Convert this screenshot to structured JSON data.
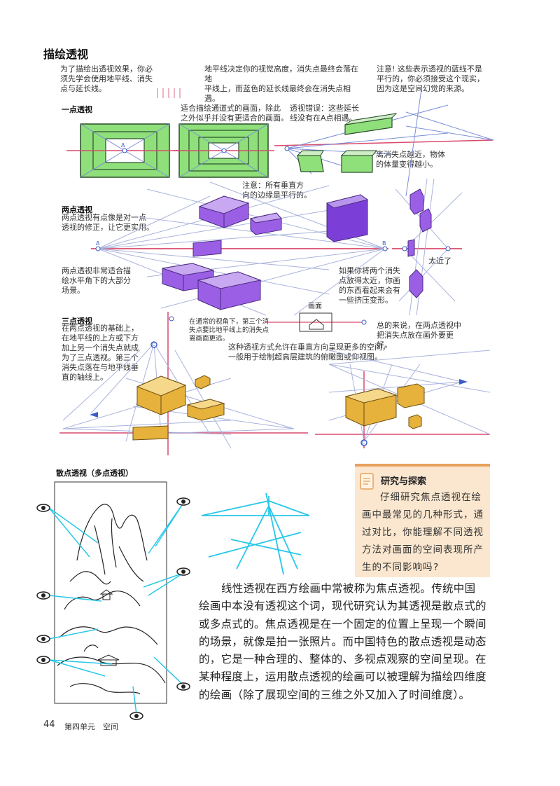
{
  "page": {
    "title": "描绘透视",
    "notes": {
      "intro_left": [
        "为了描绘出透视效果，你必",
        "须先学会使用地平线、消失",
        "点与延长线。"
      ],
      "intro_mid": [
        "地平线决定你的视觉高度，消失点最终会落在地",
        "平线上，而蓝色的延长线最终会在消失点相遇。"
      ],
      "intro_right": [
        "注意! 这些表示透视的蓝线不是",
        "平行的，你必须接受这个现实，",
        "因为这是空间幻觉的来源。"
      ],
      "one_point_label": "一点透视",
      "one_point_note": [
        "适合描绘通道式的画面，除此",
        "之外似乎并没有更适合的画面。"
      ],
      "wrong_note": [
        "透视错误：这些延长",
        "线没有在A点相遇。"
      ],
      "far_note": [
        "离消失点越近，物体",
        "的体量变得越小。"
      ],
      "vertical_note": [
        "注意：所有垂直方",
        "向的边缘是平行的。"
      ],
      "two_point_label": "两点透视",
      "two_point_desc": [
        "两点透视有点像是对一点",
        "透视的修正，让它更实用。"
      ],
      "two_point_desc2": [
        "两点透视非常适合描",
        "绘水平角下的大部分",
        "场景。"
      ],
      "too_close_label": "太近了",
      "too_close_note": [
        "如果你将两个消失",
        "点放得太近，你画",
        "的东西看起来会有",
        "一些挤压变形。"
      ],
      "three_point_label": "三点透视",
      "three_point_desc": [
        "在两点透视的基础上，",
        "在地平线的上方或下方",
        "加上另一个消失点就成",
        "为了三点透视。第三个",
        "消失点落在与地平线垂",
        "直的轴线上。"
      ],
      "normal_view_note": [
        "在通常的视角下，第三个消",
        "失点要比地平线上的消失点",
        "离画面更远。"
      ],
      "frame_label": "画面",
      "summary_note": [
        "总的来说，在两点透视中",
        "把消失点放在画外要更好。"
      ],
      "three_point_use": [
        "这种透视方式允许在垂直方向呈现更多的空间，",
        "一般用于绘制超高层建筑的俯瞰图或仰视图。"
      ]
    },
    "diagram_letters": {
      "a": "A",
      "b": "B",
      "c": "C"
    },
    "scatter_label": "散点透视（多点透视）",
    "explore": {
      "title": "研究与探索",
      "lines": [
        "仔细研究焦点透视在绘",
        "画中最常见的几种形式，通",
        "过对比，你能理解不同透视",
        "方法对画面的空间表现所产",
        "生的不同影响吗?"
      ]
    },
    "body_lines": [
      "线性透视在西方绘画中常被称为焦点透视。传统中国",
      "绘画中本没有透视这个词，现代研究认为其透视是散点式的",
      "或多点式的。焦点透视是在一个固定的位置上呈现一个瞬间",
      "的场景，就像是拍一张照片。而中国特色的散点透视是动态",
      "的，它是一种合理的、整体的、多视点观察的空间呈现。在",
      "某种程度上，运用散点透视的绘画可以被理解为描绘四维度",
      "的绘画（除了展现空间的三维之外又加入了时间维度）。"
    ],
    "footer": {
      "page_number": "44",
      "unit": "第四单元　空间"
    },
    "colors": {
      "green": "#8fe07a",
      "purple": "#9b5fe6",
      "gold": "#e6b23c",
      "blue_line": "#7b8fd8",
      "red_line": "#d94a6e",
      "cyan": "#28c8e8",
      "explore_bg": "#fbe7cf"
    }
  }
}
